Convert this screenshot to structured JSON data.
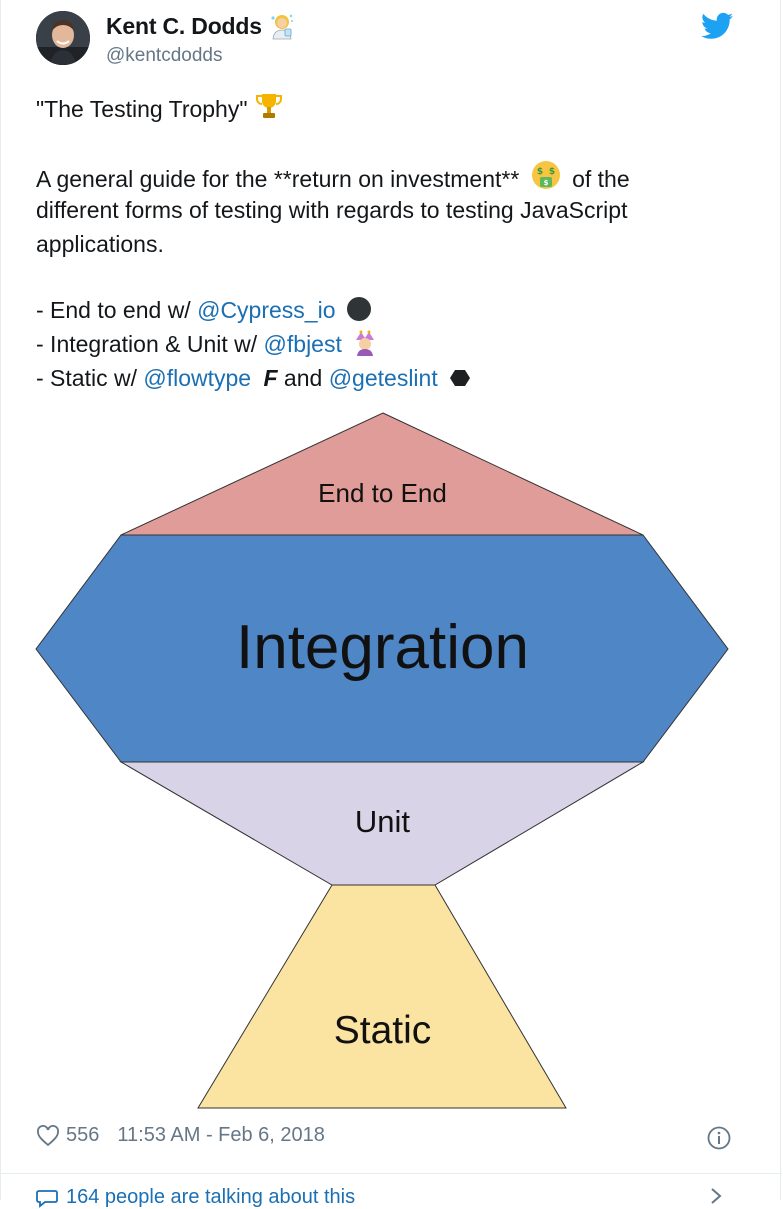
{
  "tweet": {
    "author": {
      "display_name": "Kent C. Dodds",
      "handle": "@kentcdodds"
    },
    "icons": {
      "avatar": "avatar-photo",
      "name_emoji": "scientist-emoji",
      "brand": "twitter-bird-icon"
    },
    "title_line": "\"The Testing Trophy\"",
    "paragraph": {
      "line1_a": "A general guide for the **return on investment**",
      "line1_b": "of the",
      "line2": "different forms of testing with regards to testing JavaScript",
      "line3": "applications."
    },
    "bullets": [
      {
        "prefix": "- End to end w/ ",
        "mention": "@Cypress_io"
      },
      {
        "prefix": "- Integration & Unit w/ ",
        "mention": "@fbjest"
      },
      {
        "prefix": "- Static w/ ",
        "mention": "@flowtype",
        "glyph": "F",
        "middle": " and ",
        "mention2": "@geteslint"
      }
    ],
    "diagram": {
      "layers": [
        {
          "label": "End to End",
          "color": "#e09c98"
        },
        {
          "label": "Integration",
          "color": "#4f86c6"
        },
        {
          "label": "Unit",
          "color": "#d9d3e8"
        },
        {
          "label": "Static",
          "color": "#fbe3a2"
        }
      ]
    },
    "likes": "556",
    "timestamp": "11:53 AM - Feb 6, 2018",
    "conversation": "164 people are talking about this"
  }
}
